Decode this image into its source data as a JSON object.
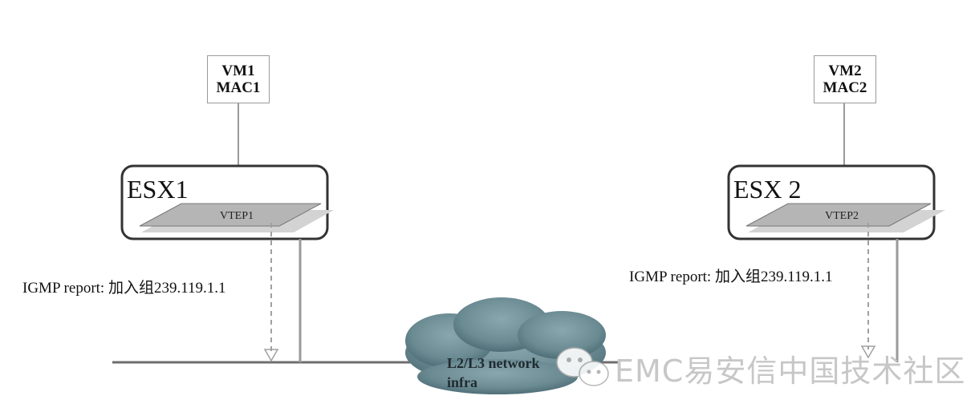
{
  "vm1": {
    "name": "VM1",
    "mac": "MAC1"
  },
  "vm2": {
    "name": "VM2",
    "mac": "MAC2"
  },
  "esx1": {
    "title": "ESX1",
    "vtep": "VTEP1"
  },
  "esx2": {
    "title": "ESX 2",
    "vtep": "VTEP2"
  },
  "igmp_left": "IGMP report: 加入组239.119.1.1",
  "igmp_right": "IGMP report: 加入组239.119.1.1",
  "network": {
    "line1": "L2/L3 network",
    "line2": "infra"
  },
  "watermark": "EMC易安信中国技术社区",
  "colors": {
    "cloud": "#6f8f97",
    "box_border": "#333333",
    "vtep_fill": "#b5b5b5",
    "line": "#9a9a9a"
  }
}
